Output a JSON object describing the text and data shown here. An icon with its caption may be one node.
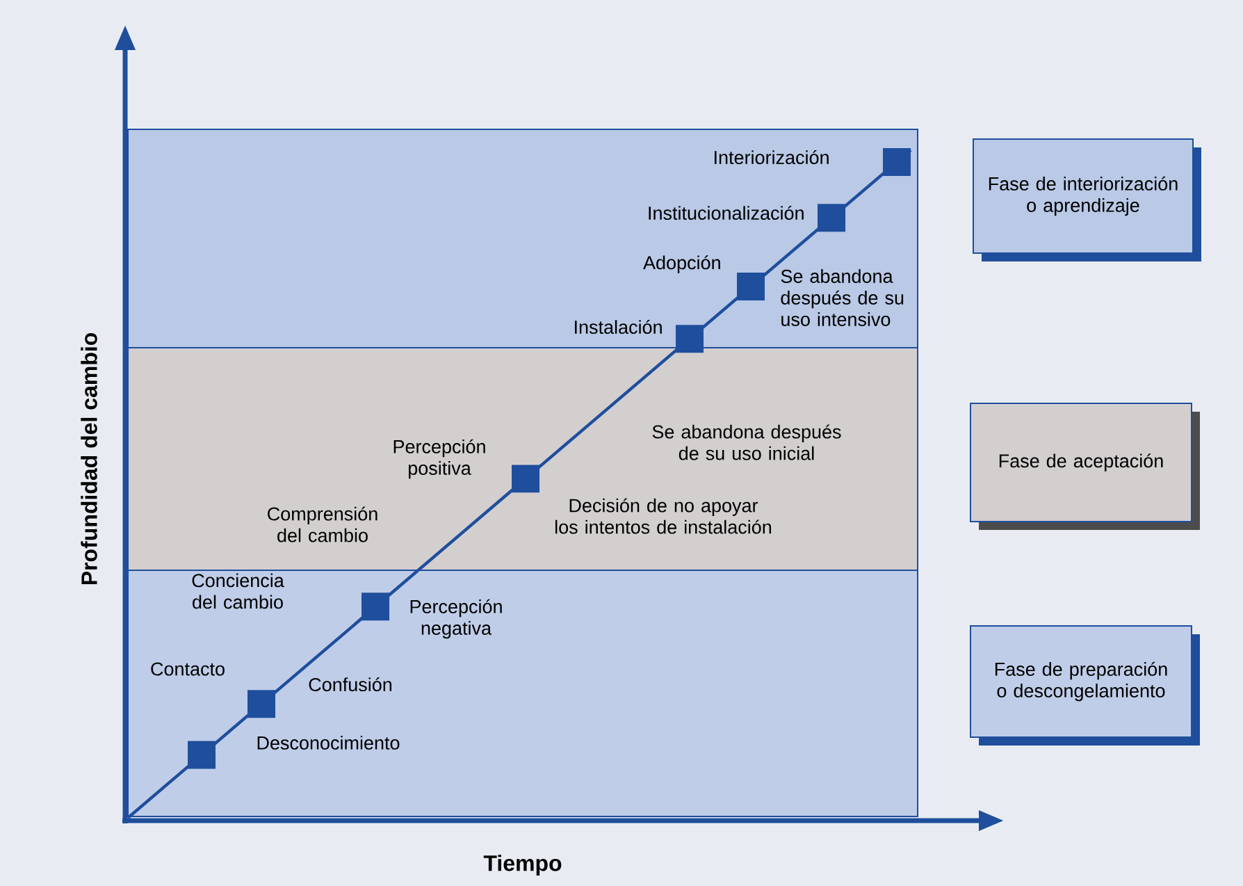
{
  "diagram": {
    "nodes": [
      {
        "text": [
          "Fase de interiorización o aprendizaje"
        ]
      },
      {
        "text": [
          "Fase de aceptación"
        ]
      },
      {
        "text": [
          "Fase de preparación o descongelamiento"
        ]
      }
    ],
    "labels": [
      "Profundidad del cambio",
      "Interiorización",
      "Institucionalización",
      "Adopción",
      "Se abandona después de su uso intensivo",
      "Instalación",
      "Percepción positiva",
      "Se abandona después de su uso inicial",
      "Comprensión del cambio",
      "Decisión de no apoyar los intentos de instalación",
      "Conciencia del cambio",
      "Percepción negativa",
      "Contacto",
      "Confusión",
      "Desconocimiento",
      "Tiempo"
    ]
  }
}
